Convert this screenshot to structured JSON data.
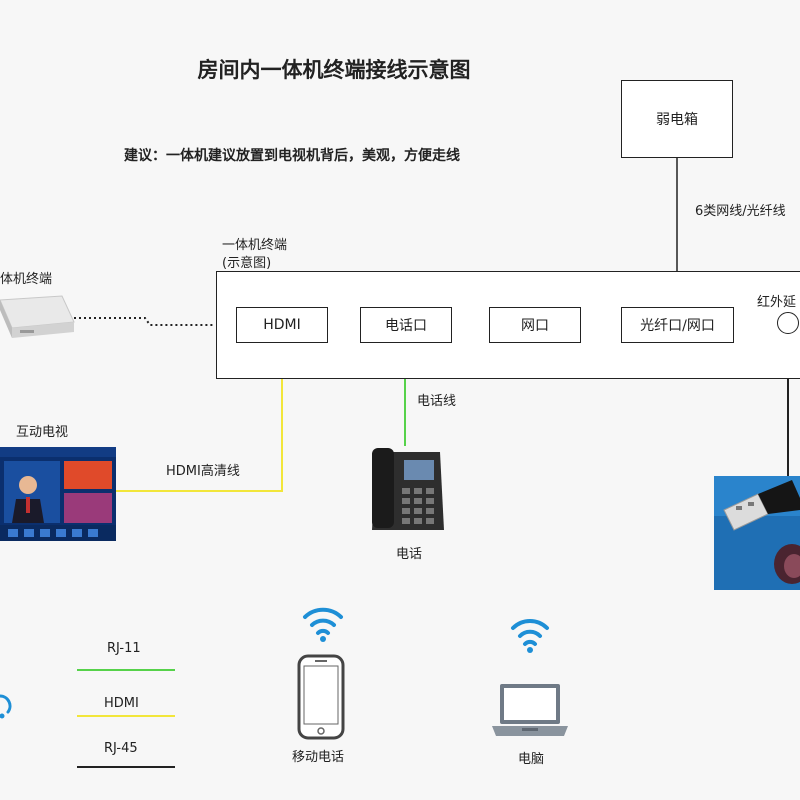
{
  "title": "房间内一体机终端接线示意图",
  "subtitle": "建议：一体机建议放置到电视机背后，美观，方便走线",
  "main_box": {
    "label_line1": "一体机终端",
    "label_line2": "(示意图)"
  },
  "ports": [
    "HDMI",
    "电话口",
    "网口",
    "光纤口/网口"
  ],
  "infrared_label": "红外延",
  "ruodian_box": "弱电箱",
  "cable_top": "6类网线/光纤线",
  "left_device_label": "体机终端",
  "tv_label": "互动电视",
  "hdmi_cable": "HDMI高清线",
  "phone_cable": "电话线",
  "phone_label": "电话",
  "mobile_label": "移动电话",
  "pc_label": "电脑",
  "legend": [
    {
      "label": "RJ-11",
      "color": "#56d24a"
    },
    {
      "label": "HDMI",
      "color": "#f2e63a"
    },
    {
      "label": "RJ-45",
      "color": "#222222"
    }
  ],
  "colors": {
    "green": "#56d24a",
    "yellow": "#f2e63a",
    "wifi": "#1e8fd6",
    "line": "#222222"
  }
}
